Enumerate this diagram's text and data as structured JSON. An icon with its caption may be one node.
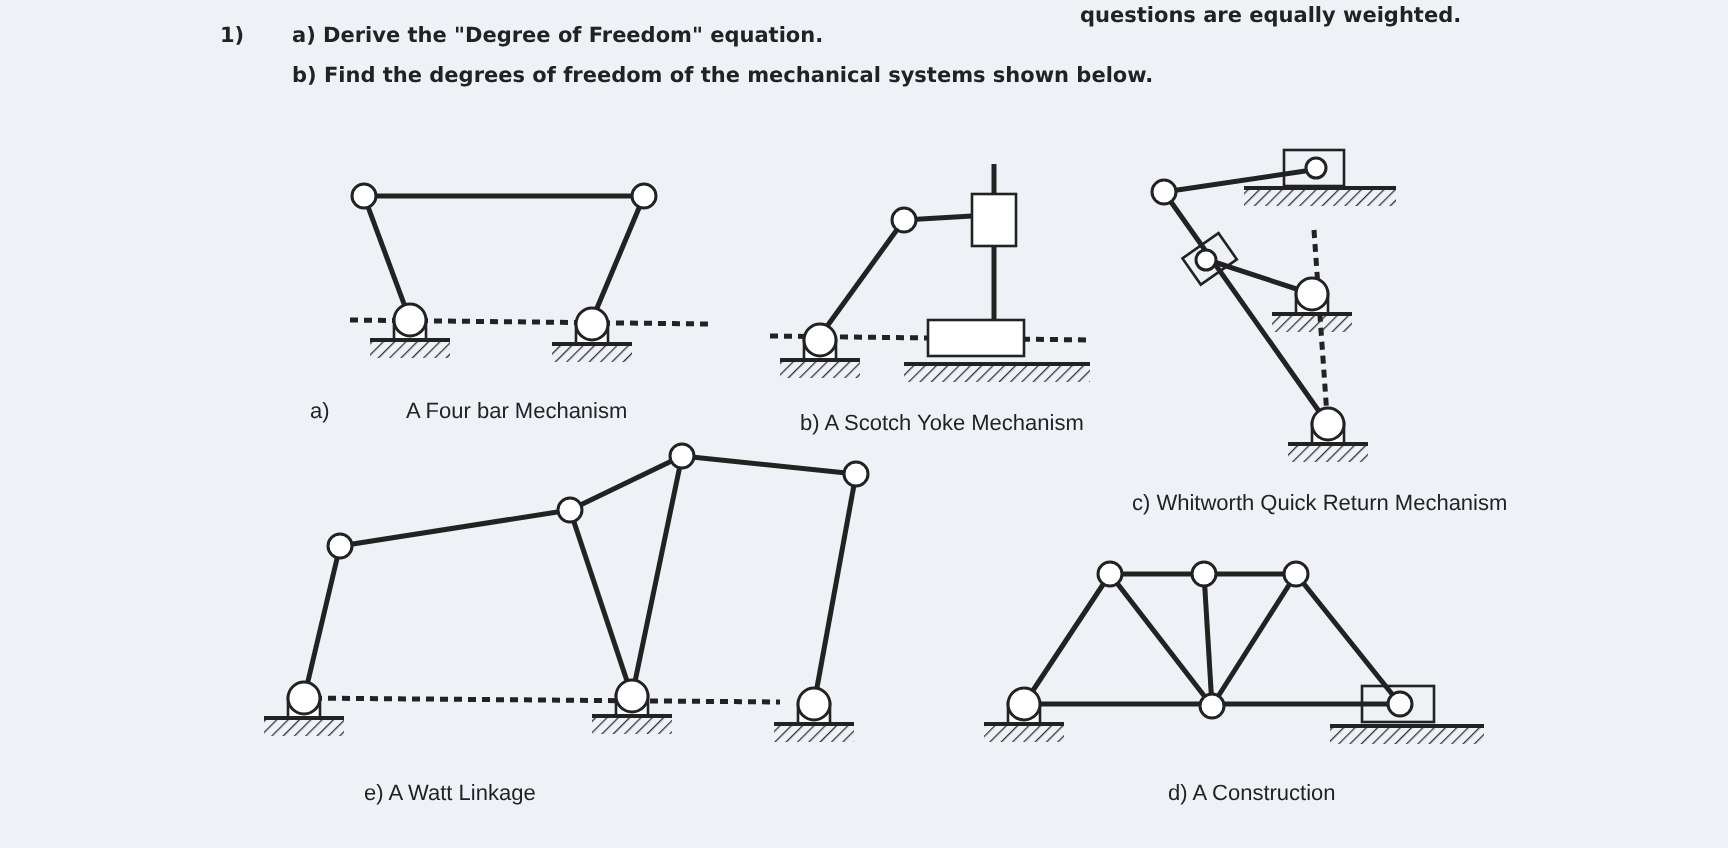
{
  "diagram": {
    "labels": [
      "questions are equally weighted.",
      "1)",
      "a) Derive the \"Degree of Freedom\" equation.",
      "b) Find the degrees of freedom of the mechanical systems shown below.",
      "a)",
      "A Four bar Mechanism",
      "b) A Scotch Yoke Mechanism",
      "c) Whitworth Quick Return Mechanism",
      "e) A Watt Linkage",
      "d) A Construction"
    ]
  }
}
